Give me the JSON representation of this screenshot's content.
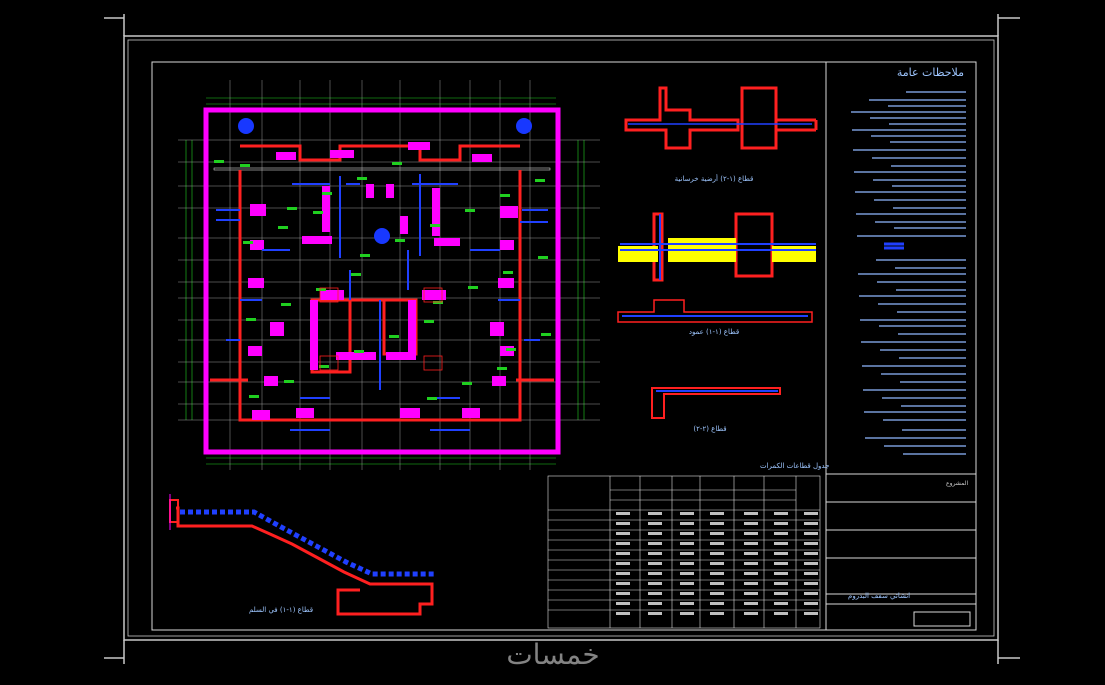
{
  "drawing": {
    "notes_title": "ملاحظات عامة",
    "section_captions": {
      "section_2_1": "قطاع (١-٢) أرضية خرسانية",
      "section_1_1": "قطاع (١-١) عمود",
      "section_2_2": "قطاع (٢-٢)",
      "stair_section": "قطاع (١-١) في السلم"
    },
    "schedule_title": "جدول قطاعات الكمرات",
    "title_block": {
      "project_label": "المشروع",
      "drawing_title": "انشائي سقف البدروم"
    },
    "watermark": "خمسات"
  },
  "colors": {
    "background": "#000000",
    "frame": "#c8c8c8",
    "wall": "#ff00ff",
    "column": "#ff2020",
    "rebar": "#2040ff",
    "dimension": "#20d020",
    "hatch": "#ffff00",
    "text": "#9ec6ff"
  }
}
